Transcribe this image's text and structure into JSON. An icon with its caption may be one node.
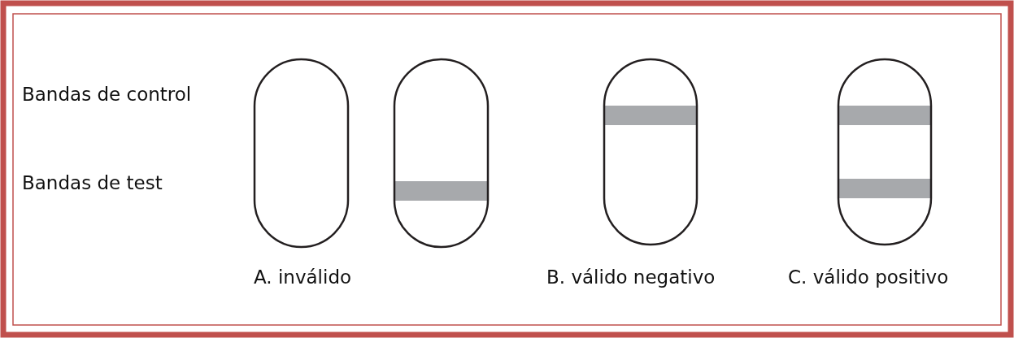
{
  "diagram": {
    "nodes": [
      {
        "text": [],
        "shape": "capsule"
      },
      {
        "text": [],
        "shape": "capsule"
      },
      {
        "text": [],
        "shape": "capsule"
      },
      {
        "text": [],
        "shape": "capsule"
      }
    ],
    "labels": [
      "Bandas de control",
      "Bandas de test",
      "A. inválido",
      "B. válido negativo",
      "C. válido positivo"
    ]
  }
}
